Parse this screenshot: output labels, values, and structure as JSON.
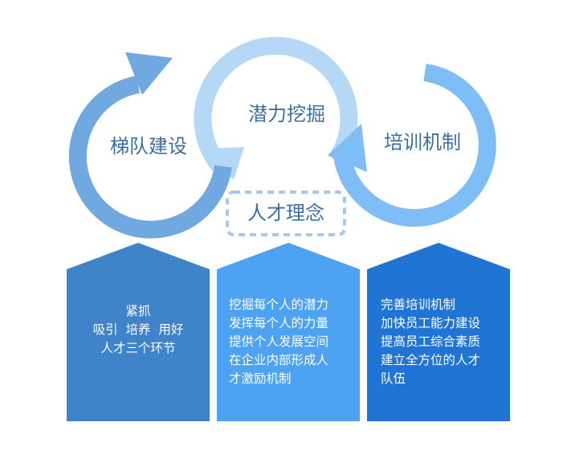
{
  "cycle": {
    "left_label": "梯队建设",
    "top_label": "潜力挖掘",
    "right_label": "培训机制",
    "center_label": "人才理念"
  },
  "cards": [
    {
      "lines": [
        "紧抓",
        "吸引  培养  用好",
        "人才三个环节"
      ]
    },
    {
      "lines": [
        "挖掘每个人的潜力",
        "发挥每个人的力量",
        "提供个人发展空间",
        "在企业内部形成人",
        "才激励机制"
      ]
    },
    {
      "lines": [
        "完善培训机制",
        "加快员工能力建设",
        "提高员工综合素质",
        "建立全方位的人才",
        "队伍"
      ]
    }
  ],
  "colors": {
    "left_ring": "#6fa9e0",
    "top_ring": "#b5d8f7",
    "right_ring": "#7fbdf6",
    "label_text": "#3d6fa3",
    "dashed_box": "#a8c8e8",
    "card_left": "#3f83c8",
    "card_middle": "#4da2f1",
    "card_right": "#1f74d4"
  }
}
